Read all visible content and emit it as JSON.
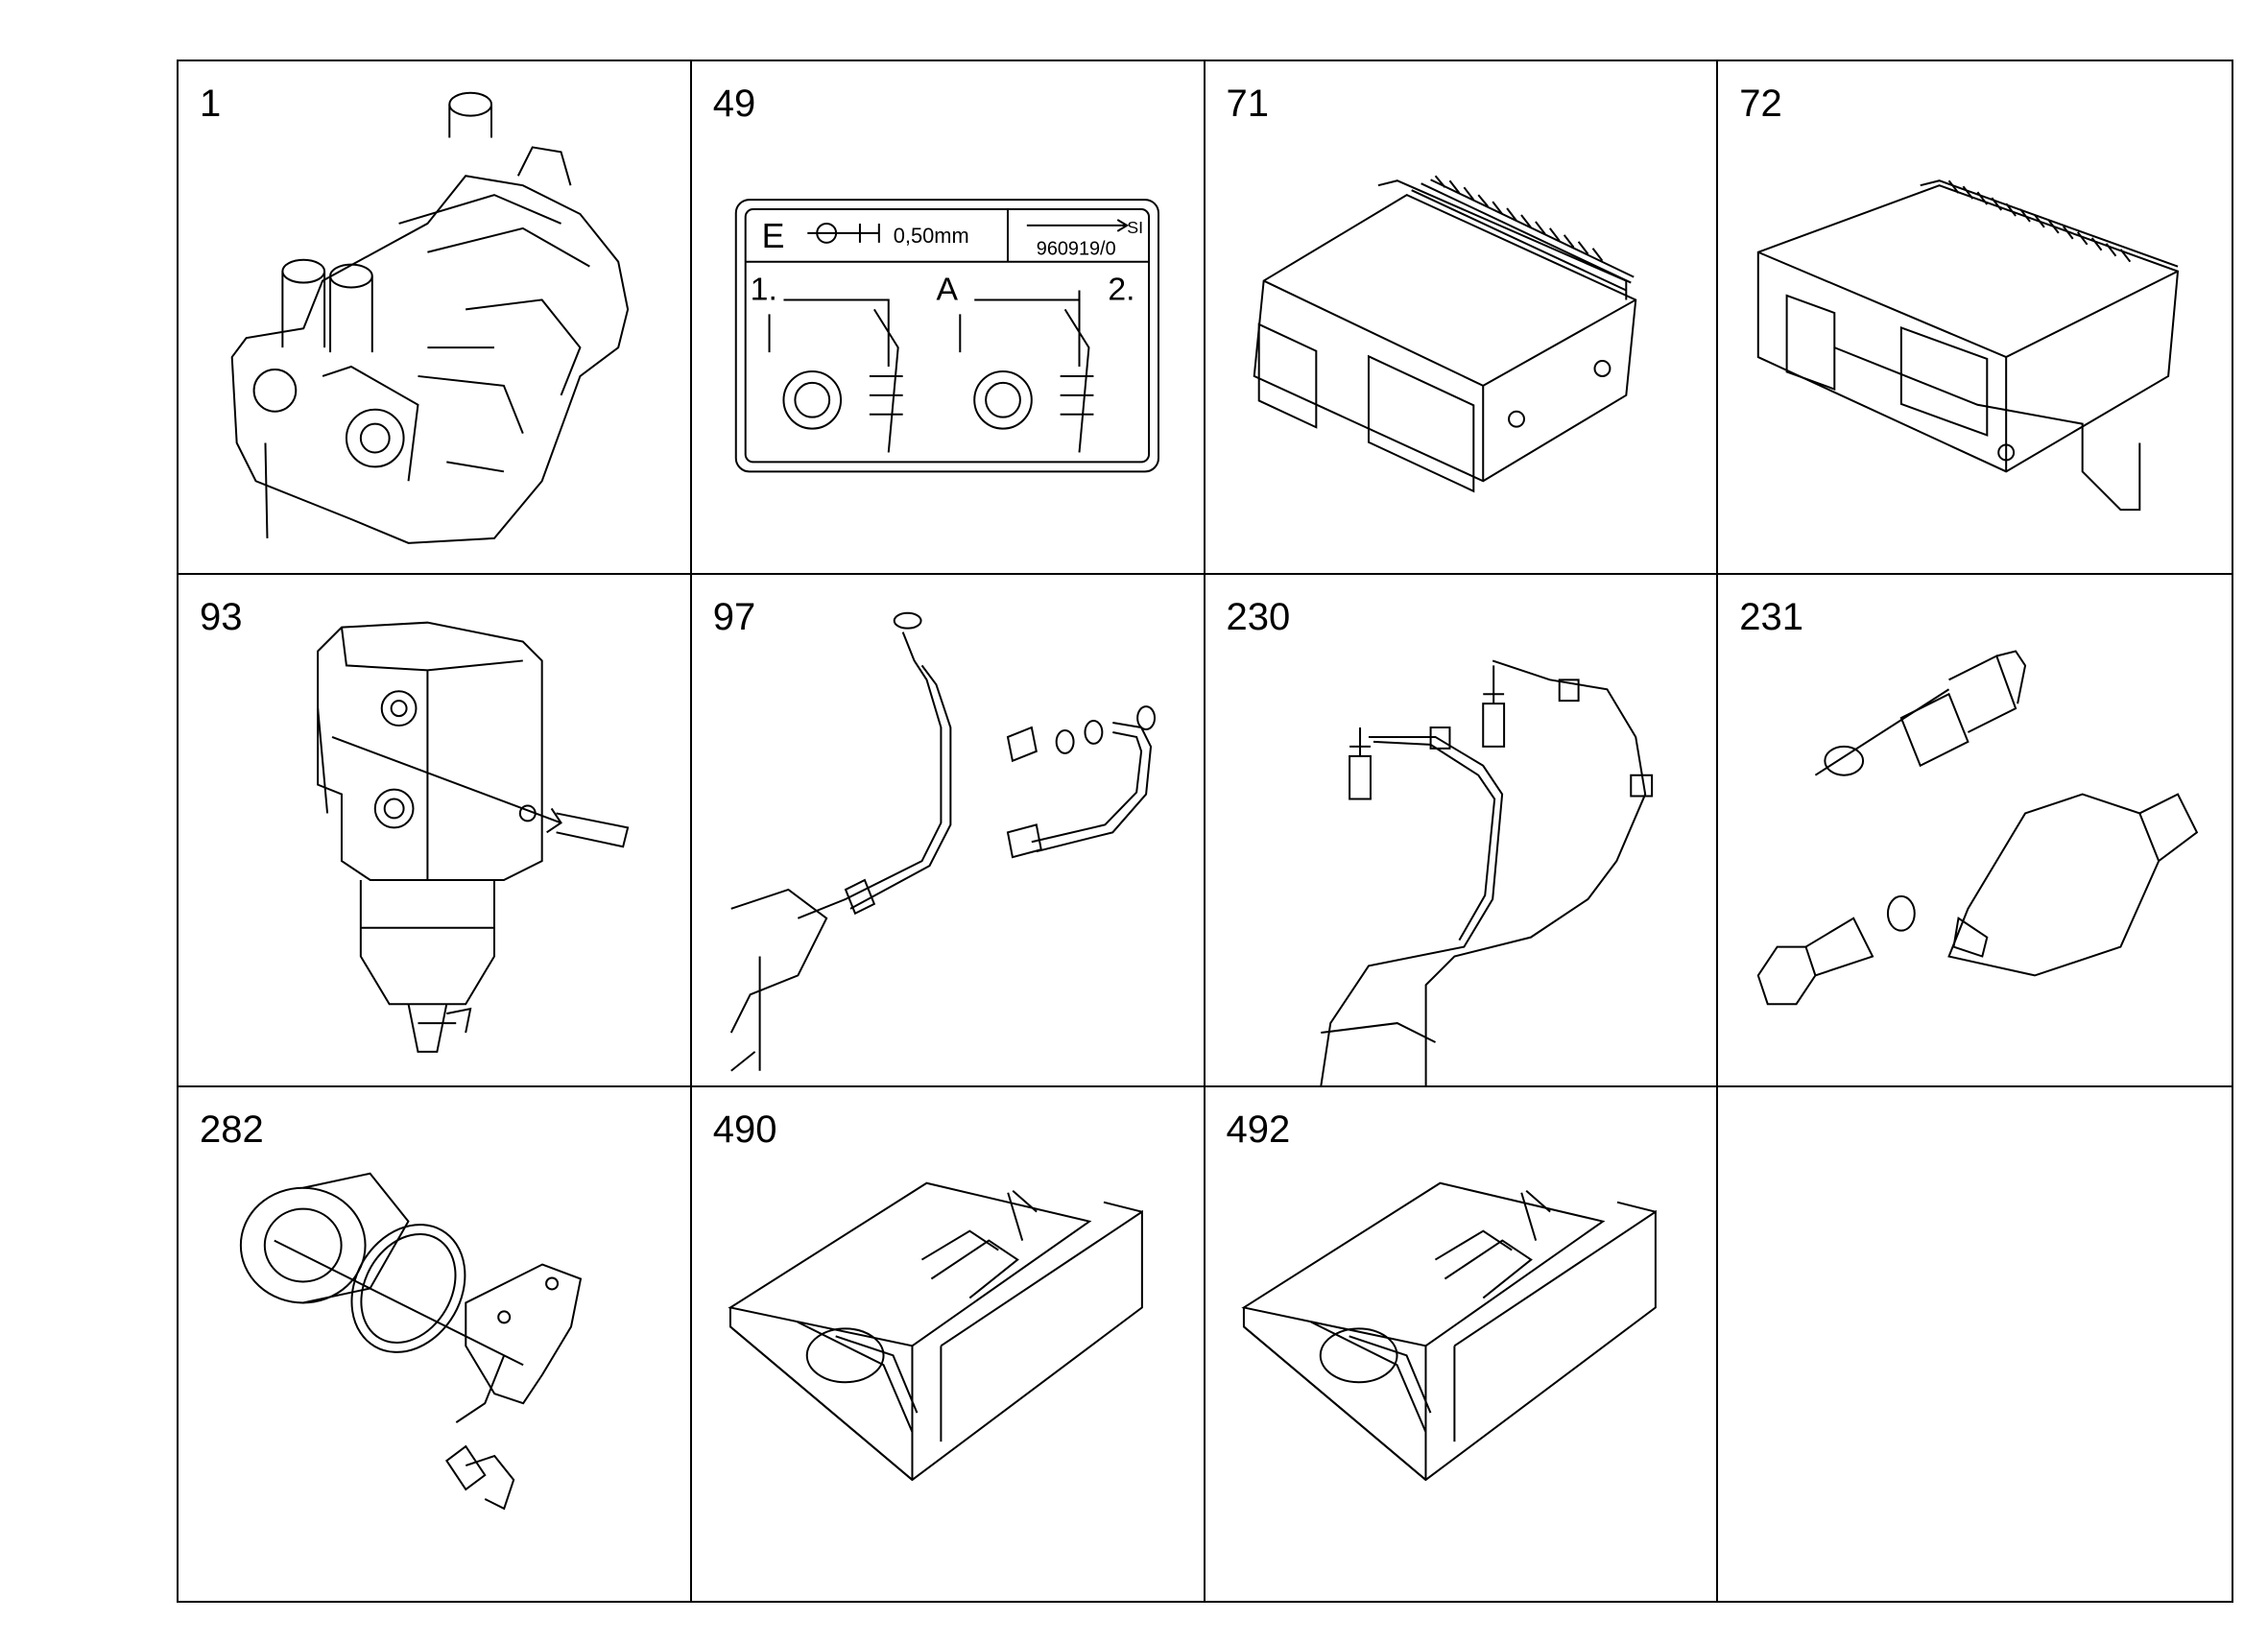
{
  "cells": [
    {
      "number": "1",
      "icon": "engine-icon"
    },
    {
      "number": "49",
      "icon": "valve-clearance-label-icon",
      "label": {
        "letter_e": "E",
        "clearance": "0,50mm",
        "code_si": "SI",
        "code_number": "960919/0",
        "step1": "1.",
        "letter_a": "A",
        "step2": "2."
      }
    },
    {
      "number": "71",
      "icon": "control-unit-icon"
    },
    {
      "number": "72",
      "icon": "control-unit-bracket-icon"
    },
    {
      "number": "93",
      "icon": "fuel-filter-icon"
    },
    {
      "number": "97",
      "icon": "hose-line-icon"
    },
    {
      "number": "230",
      "icon": "wiring-harness-icon"
    },
    {
      "number": "231",
      "icon": "sensor-set-icon"
    },
    {
      "number": "282",
      "icon": "flange-gasket-icon"
    },
    {
      "number": "490",
      "icon": "gasket-kit-box-icon"
    },
    {
      "number": "492",
      "icon": "gasket-kit-box-icon"
    },
    {
      "number": "",
      "icon": ""
    }
  ]
}
